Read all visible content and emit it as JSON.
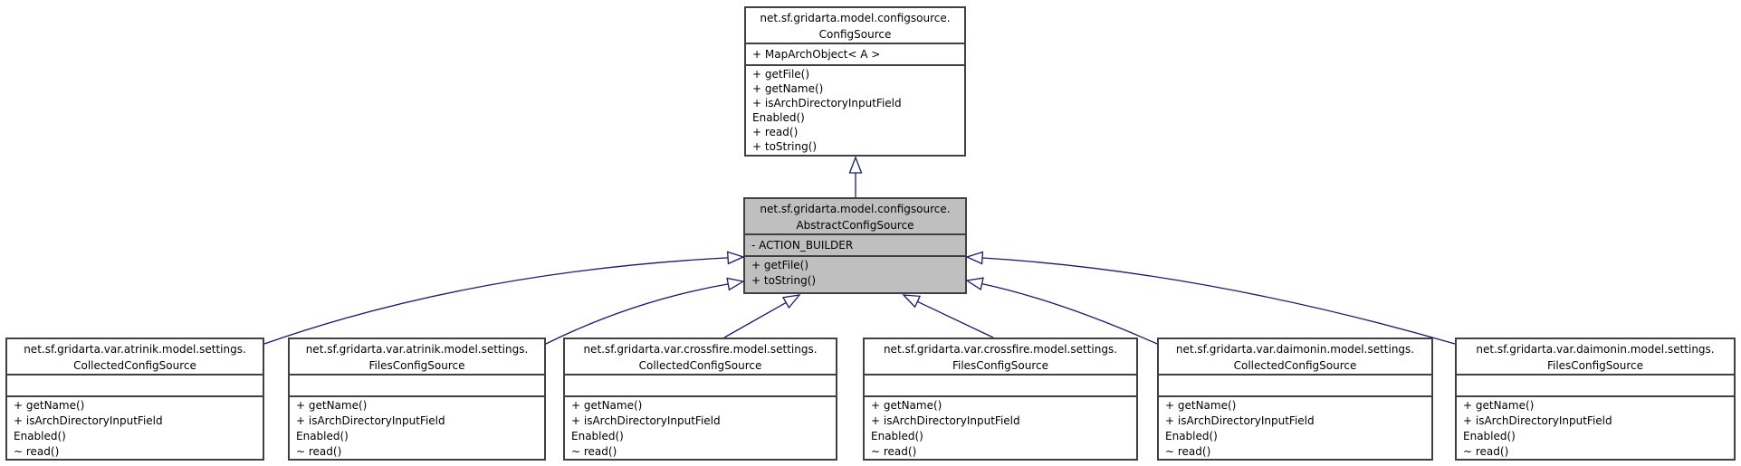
{
  "diagram": {
    "type": "uml-class-inheritance-graph",
    "colors": {
      "background": "#ffffff",
      "node_fill": "#ffffff",
      "highlight_fill": "#bfbfbf",
      "node_border": "#404040",
      "arrow": "#191970",
      "text": "#000000"
    },
    "nodes": [
      {
        "id": "config-source",
        "highlighted": false,
        "title_lines": [
          "net.sf.gridarta.model.configsource.",
          "ConfigSource"
        ],
        "attribute_lines": [
          "+ MapArchObject< A >"
        ],
        "method_lines": [
          "+ getFile()",
          "+ getName()",
          "+ isArchDirectoryInputField",
          "Enabled()",
          "+ read()",
          "+ toString()"
        ]
      },
      {
        "id": "abstract-config-source",
        "highlighted": true,
        "title_lines": [
          "net.sf.gridarta.model.configsource.",
          "AbstractConfigSource"
        ],
        "attribute_lines": [
          "- ACTION_BUILDER"
        ],
        "method_lines": [
          "+ getFile()",
          "+ toString()"
        ]
      },
      {
        "id": "atrinik-collected-config-source",
        "highlighted": false,
        "title_lines": [
          "net.sf.gridarta.var.atrinik.model.settings.",
          "CollectedConfigSource"
        ],
        "attribute_lines": [],
        "method_lines": [
          "+ getName()",
          "+ isArchDirectoryInputField",
          "Enabled()",
          "~ read()"
        ]
      },
      {
        "id": "atrinik-files-config-source",
        "highlighted": false,
        "title_lines": [
          "net.sf.gridarta.var.atrinik.model.settings.",
          "FilesConfigSource"
        ],
        "attribute_lines": [],
        "method_lines": [
          "+ getName()",
          "+ isArchDirectoryInputField",
          "Enabled()",
          "~ read()"
        ]
      },
      {
        "id": "crossfire-collected-config-source",
        "highlighted": false,
        "title_lines": [
          "net.sf.gridarta.var.crossfire.model.settings.",
          "CollectedConfigSource"
        ],
        "attribute_lines": [],
        "method_lines": [
          "+ getName()",
          "+ isArchDirectoryInputField",
          "Enabled()",
          "~ read()"
        ]
      },
      {
        "id": "crossfire-files-config-source",
        "highlighted": false,
        "title_lines": [
          "net.sf.gridarta.var.crossfire.model.settings.",
          "FilesConfigSource"
        ],
        "attribute_lines": [],
        "method_lines": [
          "+ getName()",
          "+ isArchDirectoryInputField",
          "Enabled()",
          "~ read()"
        ]
      },
      {
        "id": "daimonin-collected-config-source",
        "highlighted": false,
        "title_lines": [
          "net.sf.gridarta.var.daimonin.model.settings.",
          "CollectedConfigSource"
        ],
        "attribute_lines": [],
        "method_lines": [
          "+ getName()",
          "+ isArchDirectoryInputField",
          "Enabled()",
          "~ read()"
        ]
      },
      {
        "id": "daimonin-files-config-source",
        "highlighted": false,
        "title_lines": [
          "net.sf.gridarta.var.daimonin.model.settings.",
          "FilesConfigSource"
        ],
        "attribute_lines": [],
        "method_lines": [
          "+ getName()",
          "+ isArchDirectoryInputField",
          "Enabled()",
          "~ read()"
        ]
      }
    ],
    "edges": [
      {
        "from": "abstract-config-source",
        "to": "config-source",
        "relation": "public-inheritance"
      },
      {
        "from": "atrinik-collected-config-source",
        "to": "abstract-config-source",
        "relation": "public-inheritance"
      },
      {
        "from": "atrinik-files-config-source",
        "to": "abstract-config-source",
        "relation": "public-inheritance"
      },
      {
        "from": "crossfire-collected-config-source",
        "to": "abstract-config-source",
        "relation": "public-inheritance"
      },
      {
        "from": "crossfire-files-config-source",
        "to": "abstract-config-source",
        "relation": "public-inheritance"
      },
      {
        "from": "daimonin-collected-config-source",
        "to": "abstract-config-source",
        "relation": "public-inheritance"
      },
      {
        "from": "daimonin-files-config-source",
        "to": "abstract-config-source",
        "relation": "public-inheritance"
      }
    ]
  }
}
